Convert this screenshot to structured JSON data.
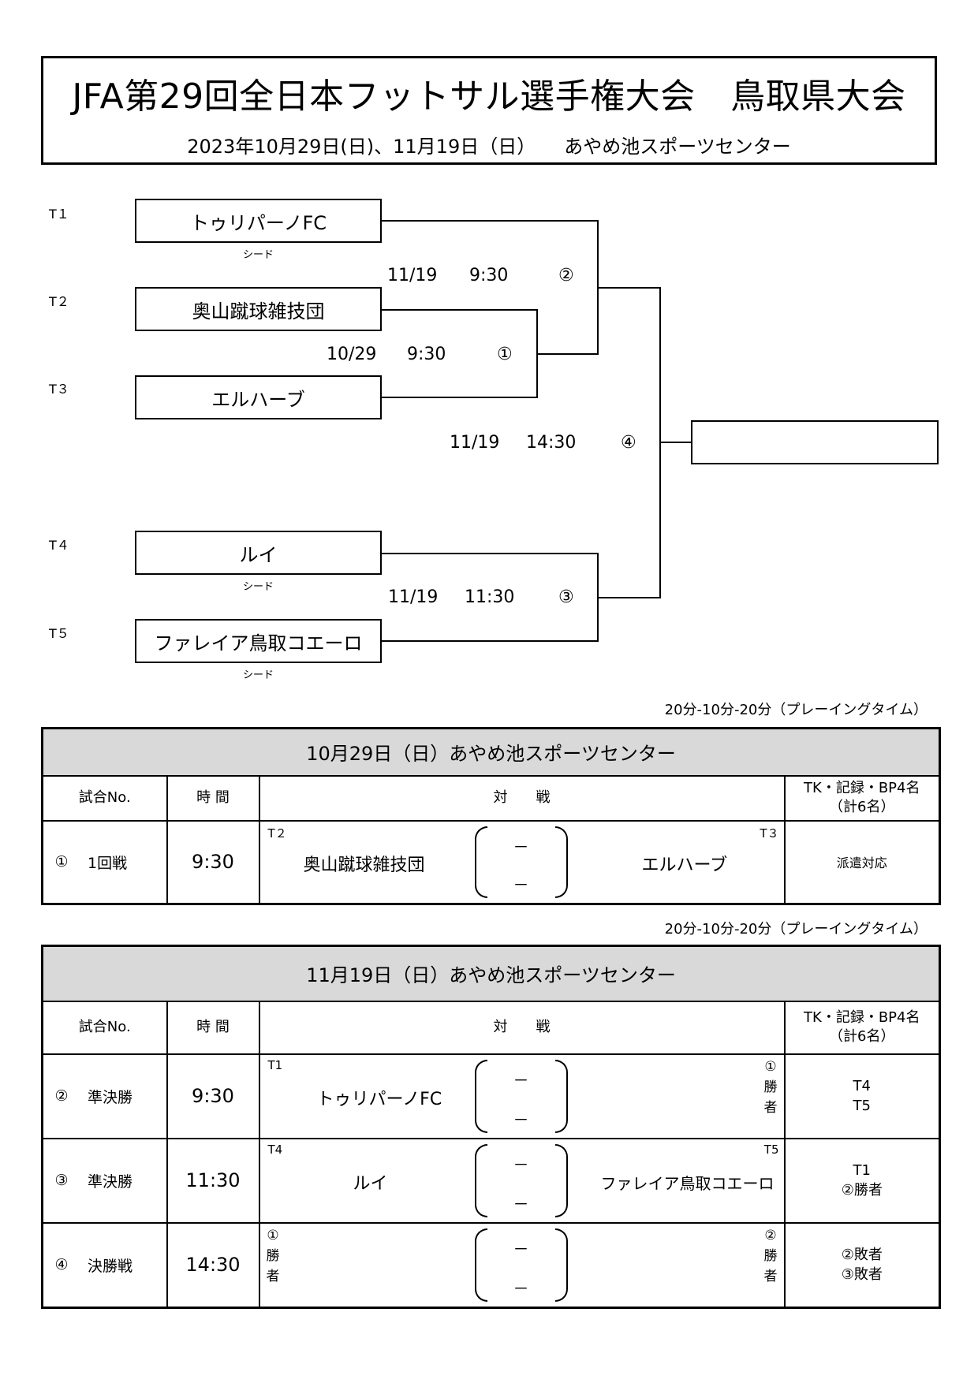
{
  "title": {
    "main": "JFA第29回全日本フットサル選手権大会　鳥取県大会",
    "sub": "2023年10月29日(日)、11月19日（日）　　あやめ池スポーツセンター"
  },
  "bracket": {
    "teams": [
      {
        "seed": "T１",
        "name": "トゥリパーノFC",
        "note": "シード"
      },
      {
        "seed": "T２",
        "name": "奥山蹴球雑技団",
        "note": ""
      },
      {
        "seed": "T３",
        "name": "エルハーブ",
        "note": ""
      },
      {
        "seed": "T４",
        "name": "ルイ",
        "note": "シード"
      },
      {
        "seed": "T５",
        "name": "ファレイア鳥取コエーロ",
        "note": "シード"
      }
    ],
    "matches": [
      {
        "no": "①",
        "date": "10/29",
        "time": "9:30"
      },
      {
        "no": "②",
        "date": "11/19",
        "time": "9:30"
      },
      {
        "no": "③",
        "date": "11/19",
        "time": "11:30"
      },
      {
        "no": "④",
        "date": "11/19",
        "time": "14:30"
      }
    ],
    "duration_1": "20分-10分-20分（プレーイングタイム）",
    "duration_2": "20分-10分-20分（プレーイングタイム）"
  },
  "table_headers": {
    "match_no": "試合No.",
    "time": "時 間",
    "versus": "対　　戦",
    "ref_line1": "TK・記録・BP4名",
    "ref_line2": "（計6名）"
  },
  "schedule1": {
    "date": "10月29日（日）あやめ池スポーツセンター",
    "rows": [
      {
        "no": "①",
        "round": "1回戦",
        "time": "9:30",
        "left_code": "T２",
        "left_name": "奥山蹴球雑技団",
        "right_code": "T３",
        "right_name": "エルハーブ",
        "score_top": "－",
        "score_bottom": "－",
        "ref": "派遣対応"
      }
    ]
  },
  "schedule2": {
    "date": "11月19日（日）あやめ池スポーツセンター",
    "rows": [
      {
        "no": "②",
        "round": "準決勝",
        "time": "9:30",
        "left_code": "T1",
        "left_name": "トゥリパーノFC",
        "right_stack": [
          "①",
          "勝",
          "者"
        ],
        "score_top": "－",
        "score_bottom": "－",
        "ref1": "T4",
        "ref2": "T5"
      },
      {
        "no": "③",
        "round": "準決勝",
        "time": "11:30",
        "left_code": "T4",
        "left_name": "ルイ",
        "right_code": "T5",
        "right_name": "ファレイア鳥取コエーロ",
        "score_top": "－",
        "score_bottom": "－",
        "ref1": "T1",
        "ref2": "②勝者"
      },
      {
        "no": "④",
        "round": "決勝戦",
        "time": "14:30",
        "left_stack": [
          "①",
          "勝",
          "者"
        ],
        "right_stack": [
          "②",
          "勝",
          "者"
        ],
        "score_top": "－",
        "score_bottom": "－",
        "ref1": "②敗者",
        "ref2": "③敗者"
      }
    ]
  }
}
